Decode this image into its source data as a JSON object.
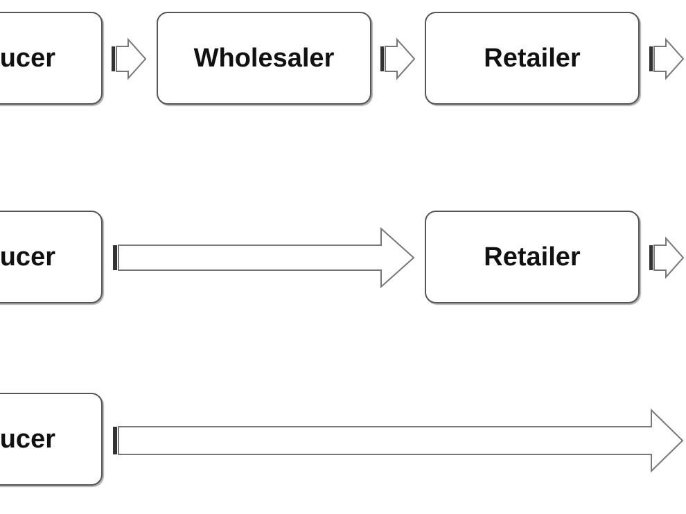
{
  "colors": {
    "box_border": "#555555",
    "arrow_outline": "#777777",
    "arrow_tail": "#333333",
    "text": "#111111"
  },
  "rows": [
    {
      "nodes": [
        {
          "label": "ucer"
        },
        {
          "label": "Wholesaler"
        },
        {
          "label": "Retailer"
        }
      ]
    },
    {
      "nodes": [
        {
          "label": "ucer"
        },
        {
          "label": "Retailer"
        }
      ]
    },
    {
      "nodes": [
        {
          "label": "ucer"
        }
      ]
    }
  ],
  "arrows": [
    {
      "icon": "arrow-right-icon"
    },
    {
      "icon": "arrow-right-icon"
    },
    {
      "icon": "arrow-right-icon"
    },
    {
      "icon": "arrow-right-icon"
    },
    {
      "icon": "arrow-right-icon"
    },
    {
      "icon": "arrow-right-icon"
    }
  ]
}
